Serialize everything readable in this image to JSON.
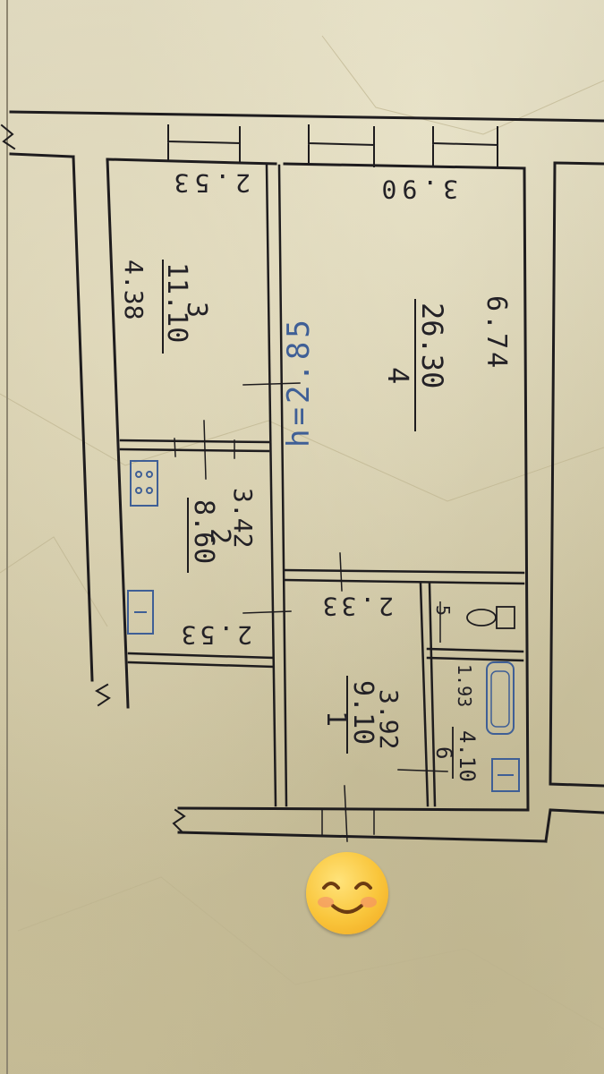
{
  "floor_plan": {
    "ceiling_height": "h=2.85",
    "rooms": [
      {
        "number": "3",
        "area": "11.10",
        "length": "4.38",
        "width": "2.53"
      },
      {
        "number": "2",
        "area": "8.60",
        "length": "3.42",
        "width": "2.53"
      },
      {
        "number": "4",
        "area": "26.30",
        "length": "6.74",
        "width": "3.90"
      },
      {
        "number": "1",
        "area": "9.10",
        "length": "3.92",
        "width": "2.33"
      },
      {
        "number": "6",
        "area": "4.10",
        "length": "1.93"
      },
      {
        "number": "5"
      }
    ]
  },
  "overlay": {
    "emoji": "smiling-face-with-smiling-eyes",
    "color": "#f9c53b"
  },
  "colors": {
    "ink": "#1e1c1e",
    "annotation_blue": "#3f5f96",
    "paper": "#d3cbab"
  }
}
